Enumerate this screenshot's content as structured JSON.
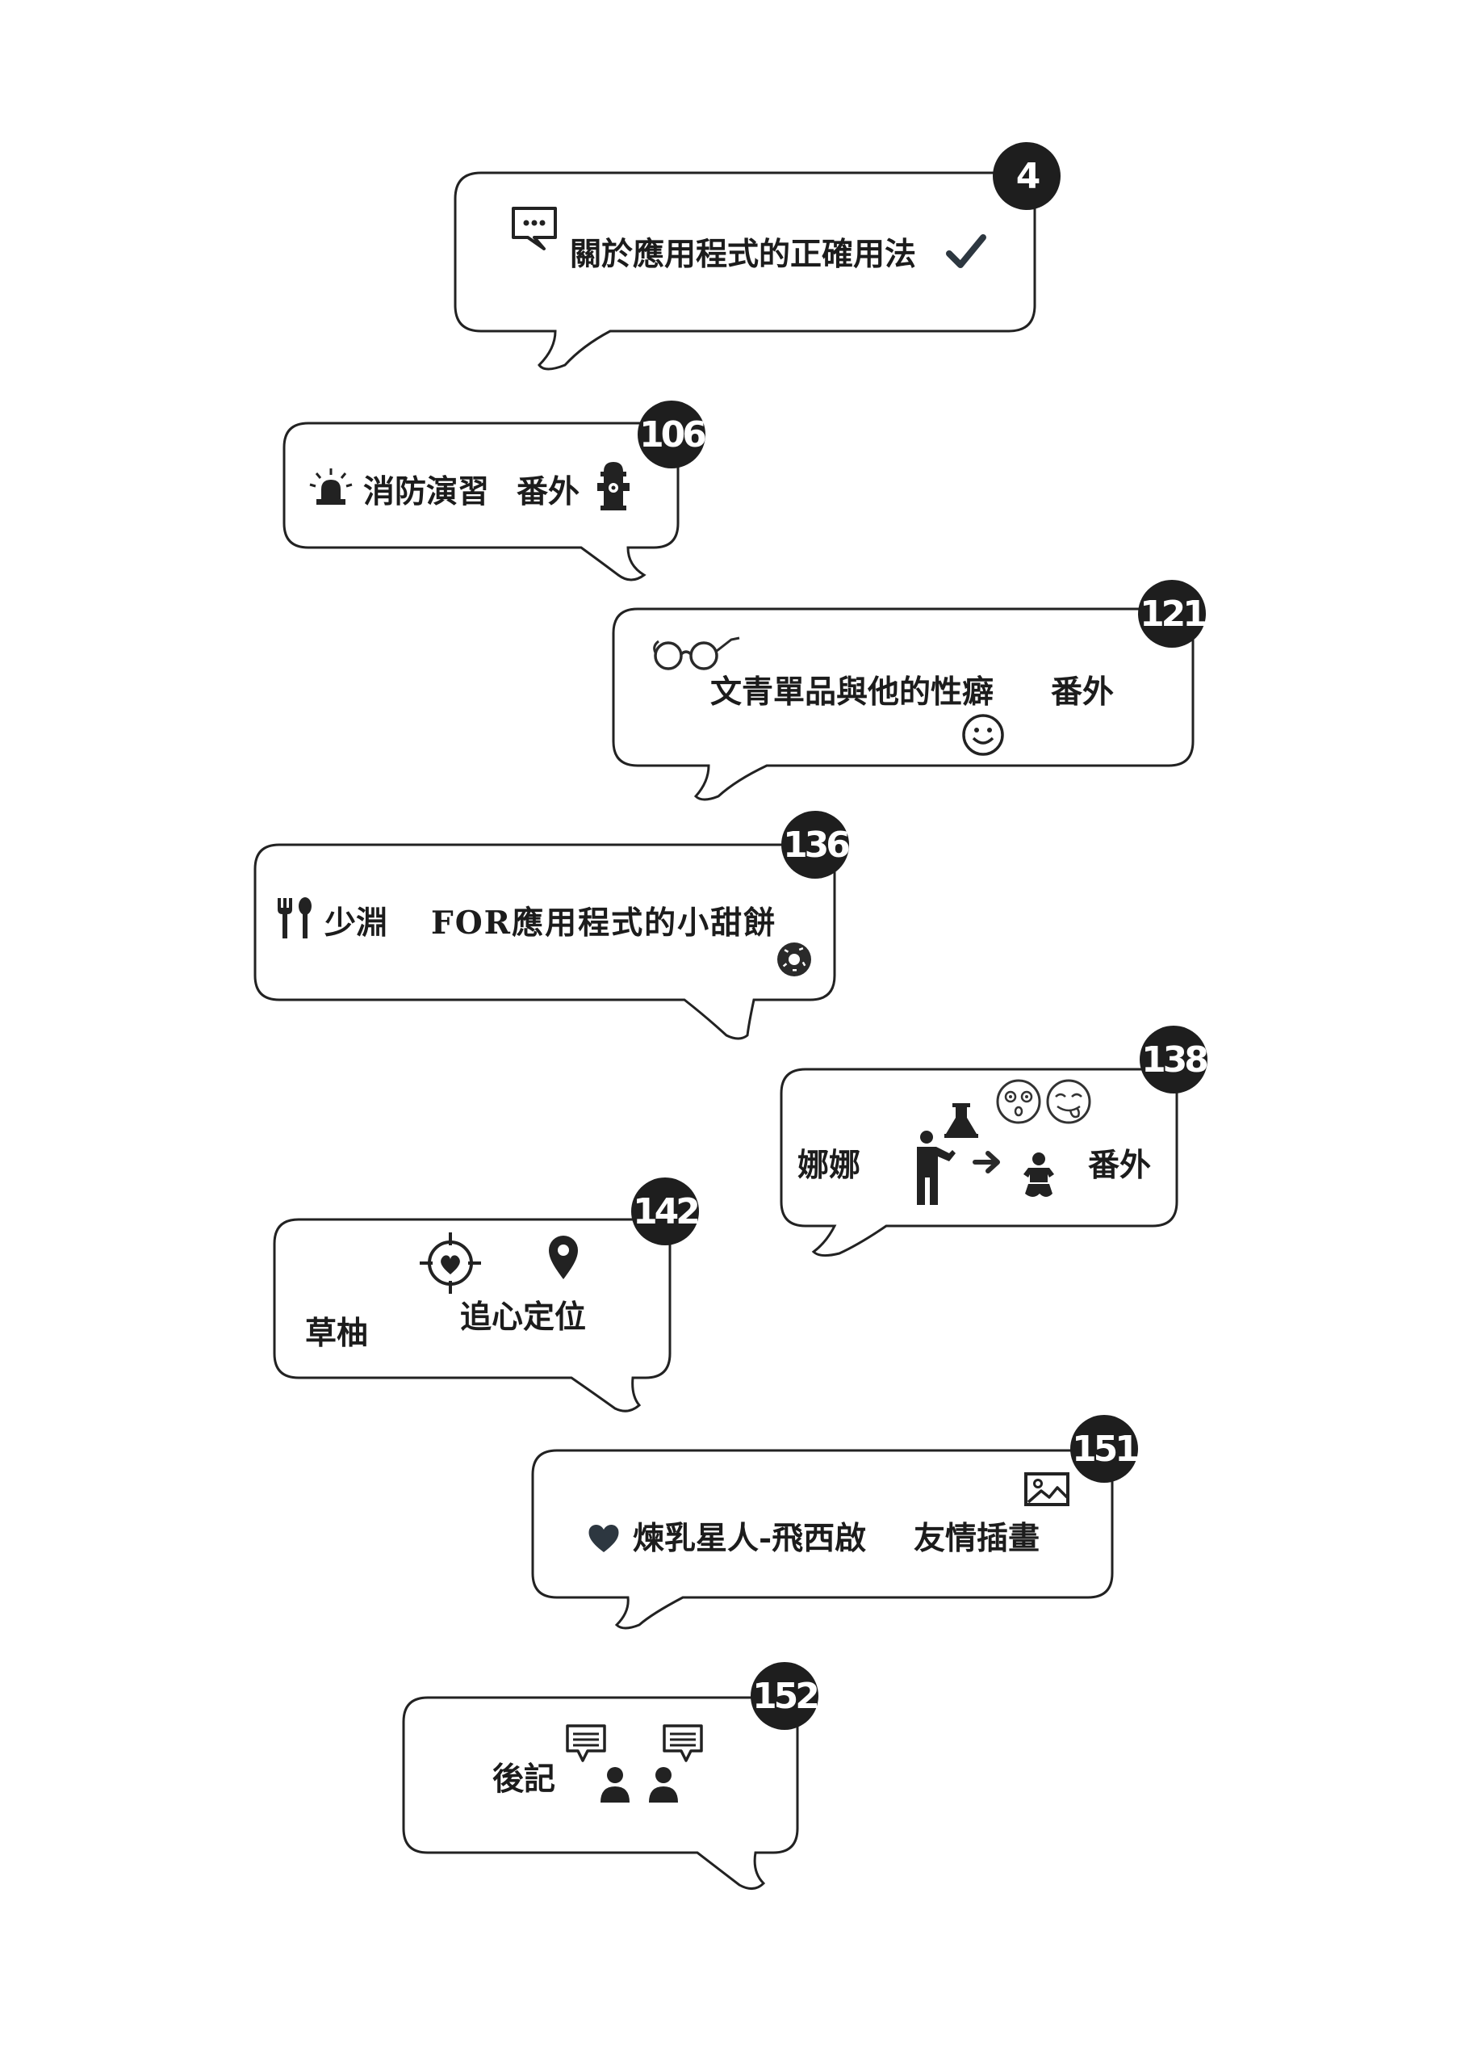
{
  "entries": [
    {
      "page": "4",
      "title": "關於應用程式的正確用法",
      "icons": [
        "chat-bubble-icon",
        "check-icon"
      ]
    },
    {
      "page": "106",
      "title": "消防演習",
      "suffix": "番外",
      "icons": [
        "alarm-siren-icon",
        "fire-hydrant-icon"
      ]
    },
    {
      "page": "121",
      "title": "文青單品與他的性癖",
      "suffix": "番外",
      "icons": [
        "glasses-icon",
        "smiley-icon"
      ]
    },
    {
      "page": "136",
      "title": "少淵",
      "subtitle": "FOR應用程式的小甜餅",
      "icons": [
        "fork-spoon-icon",
        "donut-icon"
      ]
    },
    {
      "page": "138",
      "title": "娜娜",
      "suffix": "番外",
      "icons": [
        "person-icon",
        "flask-icon",
        "arrow-right-icon",
        "baby-icon",
        "surprised-face-icon",
        "tongue-face-icon"
      ]
    },
    {
      "page": "142",
      "title": "草柚",
      "subtitle": "追心定位",
      "icons": [
        "heart-target-icon",
        "map-pin-icon"
      ]
    },
    {
      "page": "151",
      "title": "煉乳星人-飛西啟",
      "subtitle": "友情插畫",
      "icons": [
        "heart-icon",
        "image-icon"
      ]
    },
    {
      "page": "152",
      "title": "後記",
      "icons": [
        "message-icon",
        "message-icon",
        "person-icon",
        "person-icon"
      ]
    }
  ]
}
